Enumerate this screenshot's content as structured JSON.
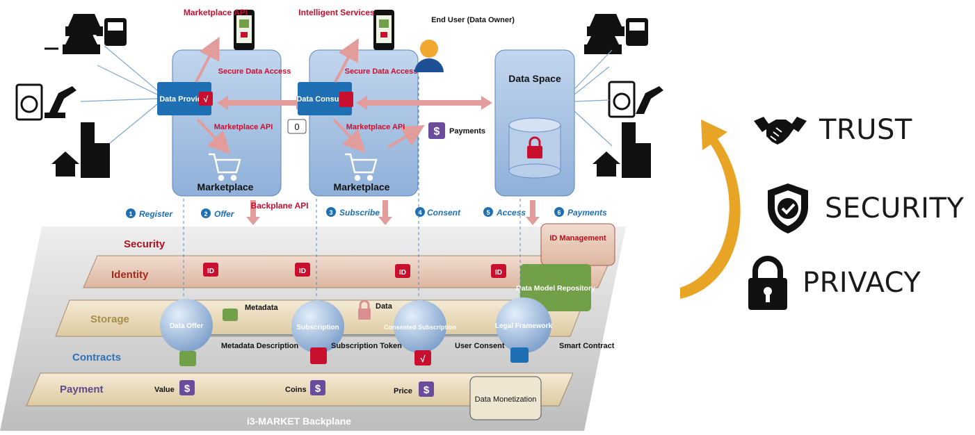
{
  "top": {
    "marketplace_api_top": "Marketplace API",
    "intelligent_services": "Intelligent Services",
    "end_user": "End User (Data Owner)",
    "secure_data_access": "Secure Data Access",
    "data_provider": "Data Provider",
    "data_consumer": "Data Consumer",
    "data_space": "Data Space",
    "marketplace_api_mid": "Marketplace API",
    "marketplace": "Marketplace",
    "counter": "0",
    "payments_label": "Payments",
    "backplane_api": "Backplane API"
  },
  "steps": [
    {
      "num": "1",
      "label": "Register"
    },
    {
      "num": "2",
      "label": "Offer"
    },
    {
      "num": "3",
      "label": "Subscribe"
    },
    {
      "num": "4",
      "label": "Consent"
    },
    {
      "num": "5",
      "label": "Access"
    },
    {
      "num": "6",
      "label": "Payments"
    }
  ],
  "layers": {
    "security": "Security",
    "identity": "Identity",
    "storage": "Storage",
    "contracts": "Contracts",
    "payment": "Payment",
    "backplane": "i3-MARKET Backplane"
  },
  "spheres": {
    "data_offer": "Data Offer",
    "subscription": "Subscription",
    "consented_subscription": "Consented Subscription",
    "legal_framework": "Legal Framework"
  },
  "annotations": {
    "id_badge": "ID",
    "id_management": "ID Management",
    "data_model_repository": "Data Model Repository",
    "metadata": "Metadata",
    "data": "Data",
    "metadata_description": "Metadata Description",
    "subscription_token": "Subscription Token",
    "user_consent": "User Consent",
    "smart_contract": "Smart Contract",
    "value": "Value",
    "coins": "Coins",
    "price": "Price",
    "data_monetization": "Data Monetization",
    "dollar": "$",
    "check": "√"
  },
  "legend": {
    "trust": "TRUST",
    "security": "SECURITY",
    "privacy": "PRIVACY"
  },
  "colors": {
    "accent_red": "#c8102e",
    "box_blue": "#1f6fb5",
    "panel_blue": "#9dbce0",
    "arrow_pink": "#e8a0a0",
    "dollar_purple": "#6a4c9c",
    "green": "#76a04a",
    "gold": "#e8a425"
  }
}
